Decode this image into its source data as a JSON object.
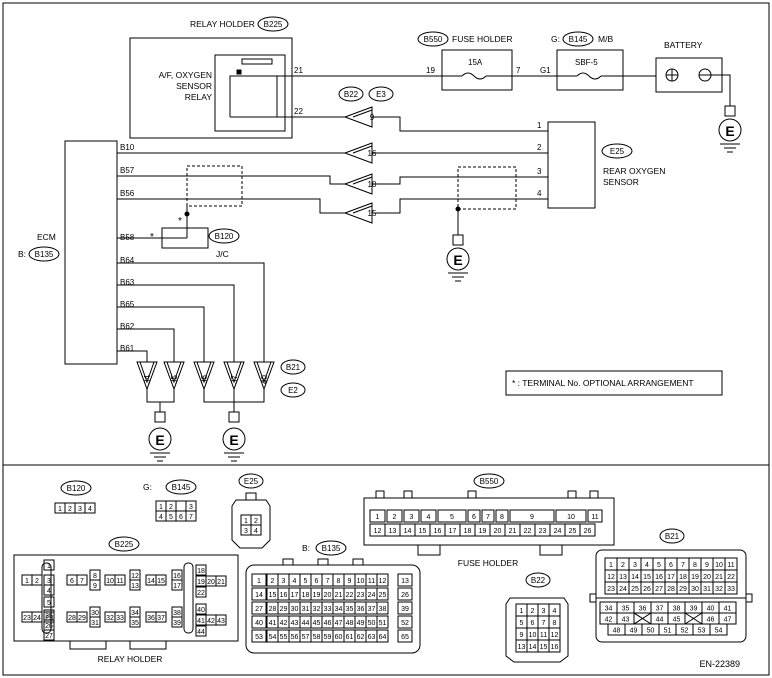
{
  "top": {
    "relay_holder": {
      "label": "RELAY HOLDER",
      "code": "B225"
    },
    "relay": {
      "lines": [
        "A/F, OXYGEN",
        "SENSOR",
        "RELAY"
      ],
      "pin21": "21",
      "pin22": "22"
    },
    "fuse_holder": {
      "code": "B550",
      "label": "FUSE HOLDER",
      "fuse": "15A",
      "pin_in": "19",
      "pin_out": "7"
    },
    "mb": {
      "prefix": "G:",
      "code": "B145",
      "label": "M/B",
      "fuse": "SBF-5",
      "pin": "G1"
    },
    "battery": {
      "label": "BATTERY"
    },
    "ecm": {
      "label": "ECM",
      "prefix": "B:",
      "code": "B135",
      "pins": [
        "B10",
        "B57",
        "B56",
        "B58",
        "B64",
        "B63",
        "B65",
        "B62",
        "B61"
      ]
    },
    "jc": {
      "code": "B120",
      "label": "J/C",
      "star": "*"
    },
    "connector_b22": "B22",
    "connector_e3": "E3",
    "rear_sensor": {
      "code": "E25",
      "lines": [
        "REAR OXYGEN",
        "SENSOR"
      ],
      "pins": [
        "1",
        "2",
        "3",
        "4"
      ]
    },
    "inline_pins": [
      "9",
      "16",
      "10",
      "15"
    ],
    "ground_pins": [
      "34",
      "35",
      "36",
      "37",
      "40"
    ],
    "connector_b21": "B21",
    "connector_e2": "E2",
    "ground_label": "E",
    "note": "* : TERMINAL No. OPTIONAL ARRANGEMENT"
  },
  "bottom": {
    "b120": {
      "code": "B120",
      "pins": [
        "1",
        "2",
        "3",
        "4"
      ]
    },
    "b145": {
      "prefix": "G:",
      "code": "B145",
      "row1": [
        "1",
        "2",
        "",
        "3"
      ],
      "row2": [
        "4",
        "5",
        "6",
        "7"
      ]
    },
    "e25": {
      "code": "E25",
      "pins": [
        "1",
        "2",
        "3",
        "4"
      ]
    },
    "b550": {
      "code": "B550",
      "label": "FUSE HOLDER",
      "row1": [
        "1",
        "2",
        "3",
        "4",
        "5",
        "6",
        "7",
        "8",
        "9",
        "10",
        "11"
      ],
      "row2": [
        "12",
        "13",
        "14",
        "15",
        "16",
        "17",
        "18",
        "19",
        "20",
        "21",
        "22",
        "23",
        "24",
        "25",
        "26"
      ]
    },
    "b225": {
      "code": "B225",
      "label": "RELAY HOLDER",
      "g1": [
        "1",
        "2",
        "3",
        "4",
        "5",
        "",
        "",
        "",
        "",
        "",
        "25",
        "26",
        "27"
      ],
      "labels": [
        "1",
        "2",
        "3",
        "4",
        "5",
        "6",
        "7",
        "8",
        "9",
        "10",
        "11",
        "12",
        "13",
        "14",
        "15",
        "16",
        "17",
        "18",
        "19",
        "20",
        "21",
        "22",
        "23",
        "24",
        "25",
        "26",
        "27",
        "28",
        "29",
        "30",
        "31",
        "32",
        "33",
        "34",
        "35",
        "36",
        "37",
        "38",
        "39",
        "40",
        "41",
        "42",
        "43",
        "44"
      ]
    },
    "b135": {
      "prefix": "B:",
      "code": "B135",
      "row1": [
        "1",
        "2",
        "3",
        "4",
        "5",
        "6",
        "7",
        "8",
        "9",
        "10",
        "11",
        "12",
        "13"
      ],
      "row2": [
        "14",
        "15",
        "16",
        "17",
        "18",
        "19",
        "20",
        "21",
        "22",
        "23",
        "24",
        "25",
        "26"
      ],
      "row3": [
        "27",
        "28",
        "29",
        "30",
        "31",
        "32",
        "33",
        "34",
        "35",
        "36",
        "37",
        "38",
        "39"
      ],
      "row4": [
        "40",
        "41",
        "42",
        "43",
        "44",
        "45",
        "46",
        "47",
        "48",
        "49",
        "50",
        "51",
        "52"
      ],
      "row5": [
        "53",
        "54",
        "55",
        "56",
        "57",
        "58",
        "59",
        "60",
        "61",
        "62",
        "63",
        "64",
        "65"
      ]
    },
    "b22": {
      "code": "B22",
      "rows": [
        [
          "1",
          "2",
          "3",
          "4"
        ],
        [
          "5",
          "6",
          "7",
          "8"
        ],
        [
          "9",
          "10",
          "11",
          "12"
        ],
        [
          "13",
          "14",
          "15",
          "16"
        ]
      ]
    },
    "b21": {
      "code": "B21",
      "row1": [
        "1",
        "2",
        "3",
        "4",
        "5",
        "6",
        "7",
        "8",
        "9",
        "10",
        "11"
      ],
      "row2": [
        "12",
        "13",
        "14",
        "15",
        "16",
        "17",
        "18",
        "19",
        "20",
        "21",
        "22"
      ],
      "row3": [
        "23",
        "24",
        "25",
        "26",
        "27",
        "28",
        "29",
        "30",
        "31",
        "32",
        "33"
      ],
      "row4": [
        "34",
        "35",
        "36",
        "37",
        "38",
        "39",
        "40",
        "41"
      ],
      "row5": [
        "42",
        "43",
        "",
        "44",
        "45",
        "",
        "46",
        "47"
      ],
      "row6": [
        "48",
        "49",
        "50",
        "51",
        "52",
        "53",
        "54"
      ]
    },
    "figure_id": "EN-22389"
  }
}
